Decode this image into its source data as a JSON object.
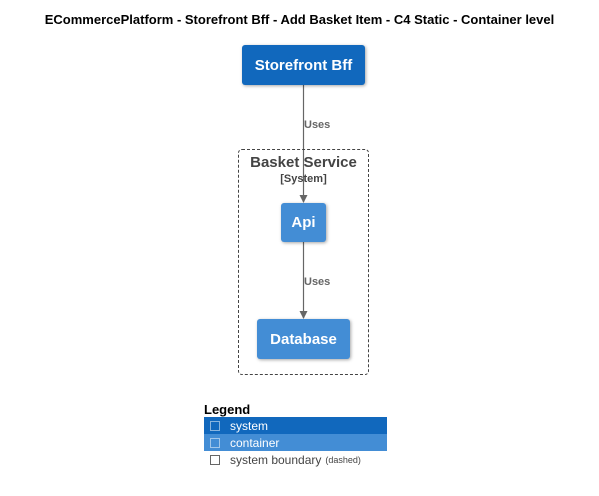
{
  "title": "ECommercePlatform - Storefront Bff - Add Basket Item - C4 Static - Container level",
  "elements": {
    "storefront": {
      "name": "Storefront Bff",
      "kind": "system"
    },
    "api": {
      "name": "Api",
      "kind": "container"
    },
    "database": {
      "name": "Database",
      "kind": "container"
    }
  },
  "boundary": {
    "name": "Basket Service",
    "type": "[System]"
  },
  "relations": [
    {
      "from": "Storefront Bff",
      "to": "Api",
      "label": "Uses"
    },
    {
      "from": "Api",
      "to": "Database",
      "label": "Uses"
    }
  ],
  "legend": {
    "title": "Legend",
    "items": [
      {
        "label": "system",
        "color": "#1168BD"
      },
      {
        "label": "container",
        "color": "#438DD5"
      },
      {
        "label": "system boundary",
        "note": "(dashed)"
      }
    ]
  },
  "colors": {
    "system": "#1168BD",
    "container": "#438DD5",
    "boundary_text": "#444444",
    "arrow": "#666666"
  }
}
